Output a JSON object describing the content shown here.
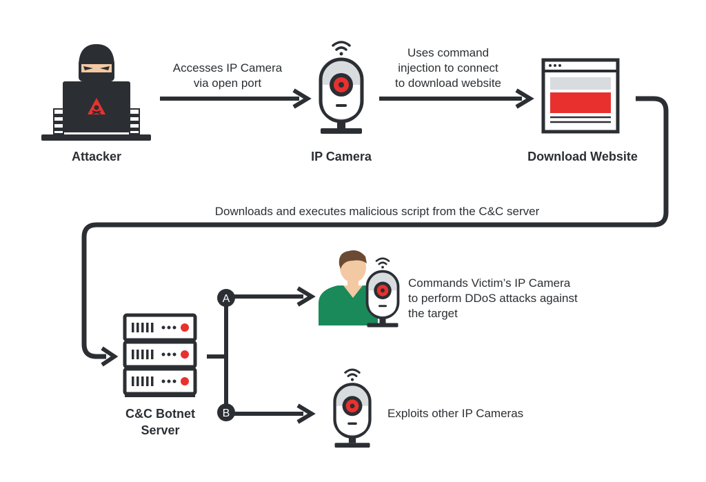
{
  "nodes": {
    "attacker": {
      "label": "Attacker"
    },
    "ip_camera": {
      "label": "IP Camera"
    },
    "download_website": {
      "label": "Download Website"
    },
    "cc_server": {
      "label_line1": "C&C Botnet",
      "label_line2": "Server"
    },
    "victim_camera": {
      "label_line1": "Commands Victim’s IP Camera",
      "label_line2": "to perform DDoS attacks against",
      "label_line3": "the target"
    },
    "other_cameras": {
      "label": "Exploits other IP Cameras"
    }
  },
  "edges": {
    "attacker_to_camera": {
      "line1": "Accesses IP Camera",
      "line2": "via open port"
    },
    "camera_to_website": {
      "line1": "Uses command",
      "line2": "injection to connect",
      "line3": "to download website"
    },
    "website_to_server": {
      "label": "Downloads and executes malicious script from the C&C server"
    }
  },
  "branches": {
    "a": "A",
    "b": "B"
  },
  "colors": {
    "dark": "#2b2f33",
    "red": "#e8312f",
    "light_gray": "#d9dcde",
    "green": "#1a8a5a",
    "skin": "#f3c9a4",
    "hair": "#6b4a34"
  },
  "icons": [
    "hacker-laptop-icon",
    "ip-camera-icon",
    "website-window-icon",
    "server-rack-icon",
    "person-icon",
    "wifi-signal-icon"
  ]
}
